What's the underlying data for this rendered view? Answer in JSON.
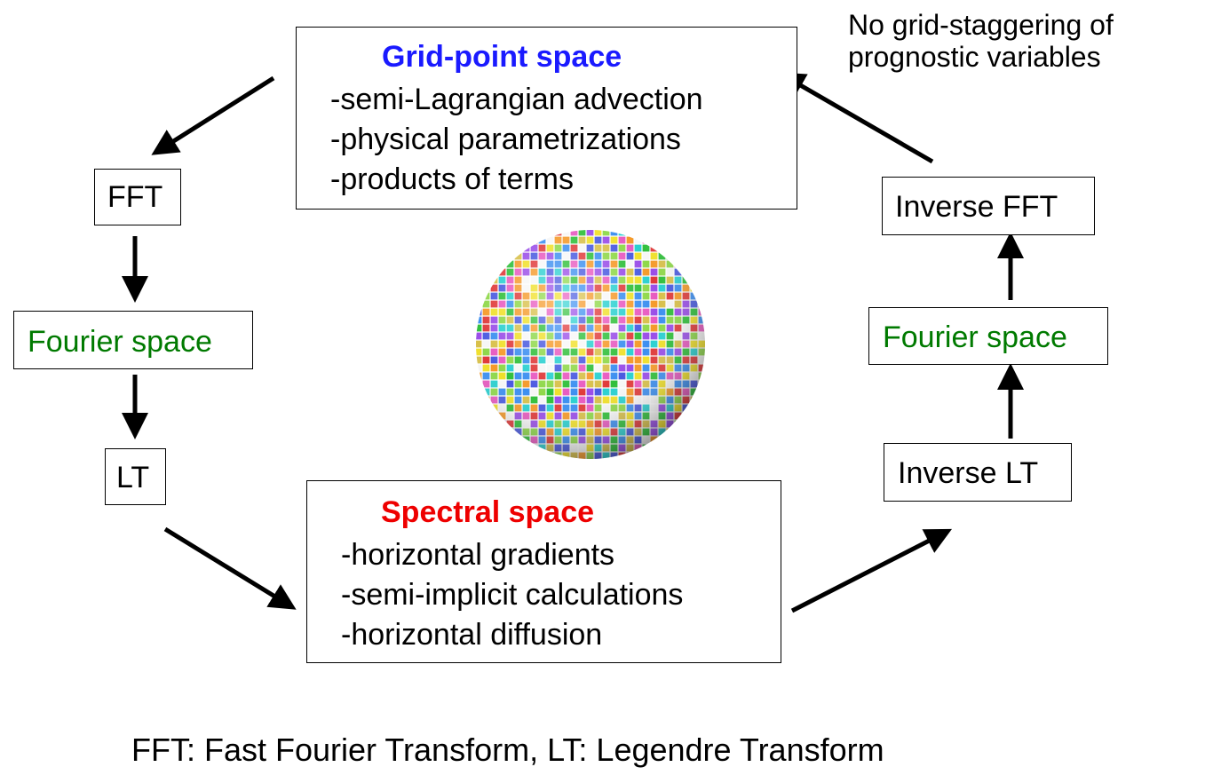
{
  "gridpoint": {
    "title": "Grid-point space",
    "title_color": "#1a1aff",
    "items": [
      "-semi-Lagrangian advection",
      "-physical parametrizations",
      "-products of terms"
    ]
  },
  "spectral": {
    "title": "Spectral space",
    "title_color": "#ee0000",
    "items": [
      "-horizontal gradients",
      "-semi-implicit calculations",
      "-horizontal diffusion"
    ]
  },
  "left": {
    "fft": "FFT",
    "fourier": "Fourier space",
    "lt": "LT"
  },
  "right": {
    "inverse_fft": "Inverse FFT",
    "fourier": "Fourier space",
    "inverse_lt": "Inverse LT"
  },
  "note": {
    "line1": "No grid-staggering of",
    "line2": "prognostic variables"
  },
  "footer": "FFT: Fast Fourier Transform,  LT: Legendre Transform",
  "colors": {
    "fourier_text": "#007a00"
  }
}
